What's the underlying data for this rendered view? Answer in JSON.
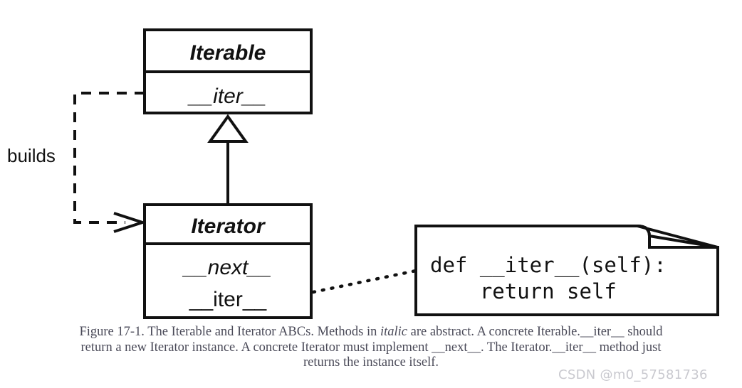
{
  "figure": {
    "classes": [
      {
        "id": "iterable",
        "name": "Iterable",
        "abstract": true,
        "methods": [
          {
            "label": "__iter__",
            "abstract": true
          }
        ]
      },
      {
        "id": "iterator",
        "name": "Iterator",
        "abstract": true,
        "methods": [
          {
            "label": "__next__",
            "abstract": true
          },
          {
            "label": "__iter__",
            "abstract": false
          }
        ]
      }
    ],
    "relations": [
      {
        "id": "generalization",
        "type": "generalization",
        "from": "Iterator",
        "to": "Iterable",
        "label": ""
      },
      {
        "id": "builds",
        "type": "dependency",
        "from": "Iterable.__iter__",
        "to": "Iterator",
        "label": "builds"
      },
      {
        "id": "note-link",
        "type": "note-anchor",
        "from": "Iterator.__iter__",
        "to": "code-note",
        "label": ""
      }
    ],
    "note": {
      "id": "code-note",
      "lines": [
        "def __iter__(self):",
        "    return self"
      ]
    },
    "colors": {
      "stroke": "#111111",
      "fill": "#ffffff",
      "caption_text": "#4a4a58",
      "watermark_text": "#c9c9cf"
    }
  },
  "caption": {
    "lines": [
      {
        "segments": [
          {
            "text": "Figure 17-1. The Iterable and Iterator ABCs. Methods in ",
            "italic": false
          },
          {
            "text": "italic",
            "italic": true
          },
          {
            "text": " are abstract. A concrete Iterable.__iter__ should",
            "italic": false
          }
        ]
      },
      {
        "segments": [
          {
            "text": "return a new Iterator instance. A concrete Iterator must implement __next__. The Iterator.__iter__ method just",
            "italic": false
          }
        ]
      },
      {
        "segments": [
          {
            "text": "returns the instance itself.",
            "italic": false
          }
        ]
      }
    ]
  },
  "watermark": {
    "text": "CSDN @m0_57581736"
  }
}
